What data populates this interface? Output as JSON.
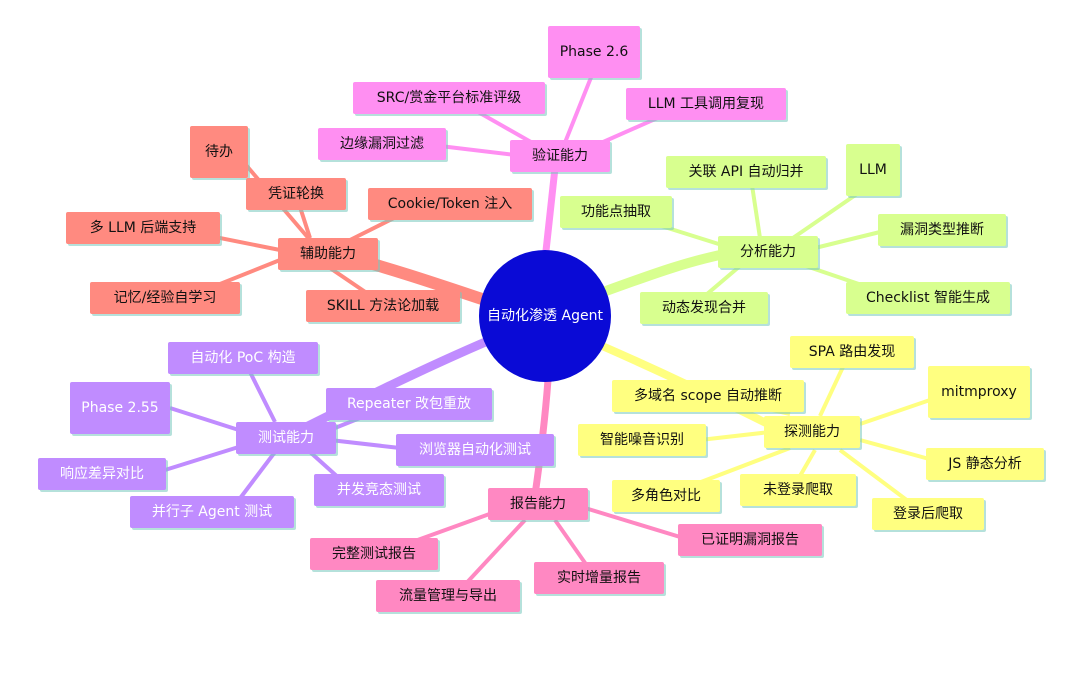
{
  "root": "自动化渗透 Agent",
  "branches": {
    "verify": {
      "label": "验证能力",
      "color": "#ff8ff2",
      "items": [
        "Phase 2.6",
        "SRC/赏金平台标准评级",
        "LLM 工具调用复现",
        "边缘漏洞过滤"
      ]
    },
    "analyze": {
      "label": "分析能力",
      "color": "#d8ff8f",
      "items": [
        "关联 API 自动归并",
        "LLM",
        "功能点抽取",
        "漏洞类型推断",
        "Checklist 智能生成",
        "动态发现合并"
      ]
    },
    "probe": {
      "label": "探测能力",
      "color": "#ffff80",
      "items": [
        "SPA 路由发现",
        "mitmproxy",
        "多域名 scope 自动推断",
        "智能噪音识别",
        "JS 静态分析",
        "多角色对比",
        "未登录爬取",
        "登录后爬取"
      ]
    },
    "report": {
      "label": "报告能力",
      "color": "#ff88c2",
      "items": [
        "完整测试报告",
        "已证明漏洞报告",
        "实时增量报告",
        "流量管理与导出"
      ]
    },
    "test": {
      "label": "测试能力",
      "color": "#c08cff",
      "items": [
        "自动化 PoC 构造",
        "Repeater 改包重放",
        "Phase 2.55",
        "浏览器自动化测试",
        "响应差异对比",
        "并发竞态测试",
        "并行子 Agent 测试"
      ]
    },
    "assist": {
      "label": "辅助能力",
      "color": "#ff8a80",
      "items": [
        "待办",
        "凭证轮换",
        "Cookie/Token 注入",
        "多 LLM 后端支持",
        "记忆/经验自学习",
        "SKILL 方法论加载"
      ]
    }
  }
}
